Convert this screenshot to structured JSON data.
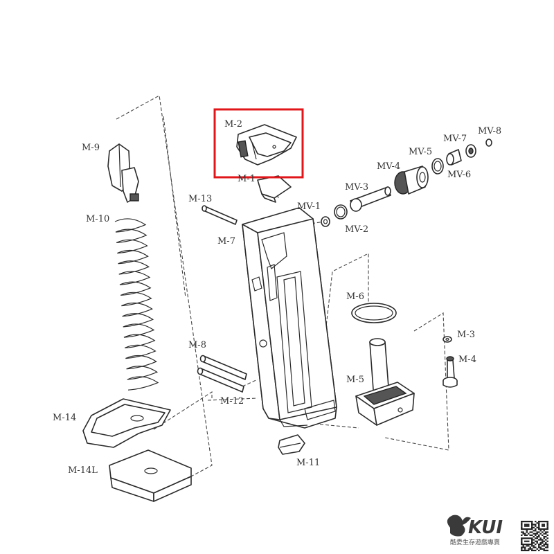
{
  "labels": {
    "m1": "M-1",
    "m2": "M-2",
    "m3": "M-3",
    "m4": "M-4",
    "m5": "M-5",
    "m6": "M-6",
    "m7": "M-7",
    "m8": "M-8",
    "m9": "M-9",
    "m10": "M-10",
    "m11": "M-11",
    "m12": "M-12",
    "m13": "M-13",
    "m14": "M-14",
    "m14l": "M-14L",
    "mv1": "MV-1",
    "mv2": "MV-2",
    "mv3": "MV-3",
    "mv4": "MV-4",
    "mv5": "MV-5",
    "mv6": "MV-6",
    "mv7": "MV-7",
    "mv8": "MV-8"
  },
  "highlight": {
    "part": "M-2",
    "color": "#e0161a"
  },
  "brand": {
    "name": "KUI",
    "tagline": "酷愛生存遊戲專賣"
  }
}
